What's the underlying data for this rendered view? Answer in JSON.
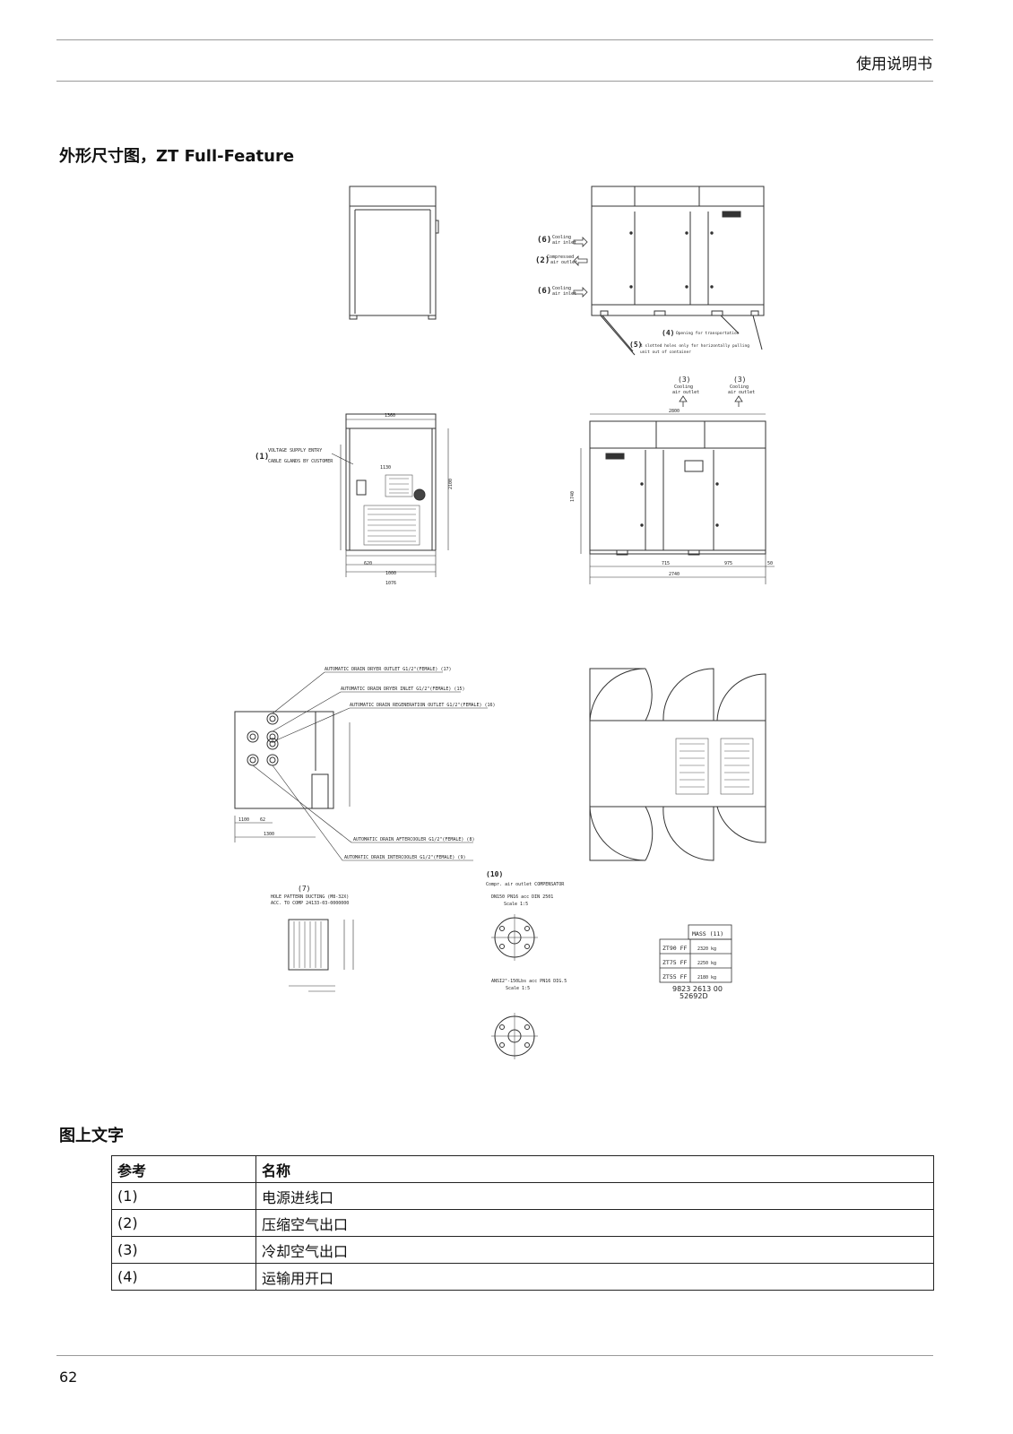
{
  "header": {
    "title": "使用说明书"
  },
  "figure": {
    "title": "外形尺寸图，ZT Full-Feature",
    "labels": {
      "l6a": "(6)",
      "cool_inlet_a": "Cooling",
      "cool_inlet_a2": "air inlet",
      "l2": "(2)",
      "compressed": "Compressed",
      "compressed2": "air outlet",
      "l6b": "(6)",
      "cool_inlet_b": "Cooling",
      "cool_inlet_b2": "air inlet",
      "l4": "(4)",
      "opening": "Opening for transportation",
      "l5": "(5)",
      "slotted": "4 slotted holes only for horizontally pulling",
      "slotted2": "unit out of container",
      "l3a": "(3)",
      "cool_outlet_a": "Cooling",
      "cool_outlet_a2": "air outlet",
      "l3b": "(3)",
      "cool_outlet_b": "Cooling",
      "cool_outlet_b2": "air outlet",
      "l1": "(1)",
      "voltage": "VOLTAGE SUPPLY ENTRY",
      "cable": "CABLE GLANDS BY CUSTOMER",
      "d1360": "1360",
      "d1130": "1130",
      "d1000": "1000",
      "d1076": "1076",
      "d620": "620",
      "d2800": "2800",
      "d2740": "2740",
      "d715": "715",
      "d975": "975",
      "d50": "50",
      "d1740": "1740",
      "d2100": "2100",
      "n17": "AUTOMATIC DRAIN DRYER OUTLET G1/2\"(FEMALE) (17)",
      "n15": "AUTOMATIC DRAIN DRYER INLET G1/2\"(FEMALE) (15)",
      "n16": "AUTOMATIC DRAIN REGENERATION OUTLET G1/2\"(FEMALE) (16)",
      "n8": "AUTOMATIC DRAIN AFTERCOOLER G1/2\"(FEMALE) (8)",
      "n9": "AUTOMATIC DRAIN INTERCOOLER G1/2\"(FEMALE) (9)",
      "d1100": "1100",
      "d62": "62",
      "d1300": "1300",
      "l7": "(7)",
      "hole": "HOLE PATTERN DUCTING (M8-32X)",
      "hole2": "ACC. TO COMP 24133-03-0000000",
      "l10": "(10)",
      "compr": "Compr. air outlet COMPENSATOR",
      "dn": "DN150 PN16 acc DIN 2501",
      "scale1": "Scale 1:5",
      "ansi": "ANSI2\"-150Lbs acc PN16 DIG.5",
      "scale2": "Scale 1:5",
      "mass_hdr": "MASS (11)",
      "m1": "ZT90 FF",
      "m1v": "2320 kg",
      "m2": "ZT75 FF",
      "m2v": "2250 kg",
      "m3": "ZT55 FF",
      "m3v": "2180 kg",
      "docno": "9823 2613 00",
      "rev": "52692D"
    }
  },
  "legend": {
    "title": "图上文字",
    "columns": [
      "参考",
      "名称"
    ],
    "rows": [
      {
        "ref": "(1)",
        "name": "电源进线口"
      },
      {
        "ref": "(2)",
        "name": "压缩空气出口"
      },
      {
        "ref": "(3)",
        "name": "冷却空气出口"
      },
      {
        "ref": "(4)",
        "name": "运输用开口"
      }
    ]
  },
  "footer": {
    "page_number": "62"
  }
}
